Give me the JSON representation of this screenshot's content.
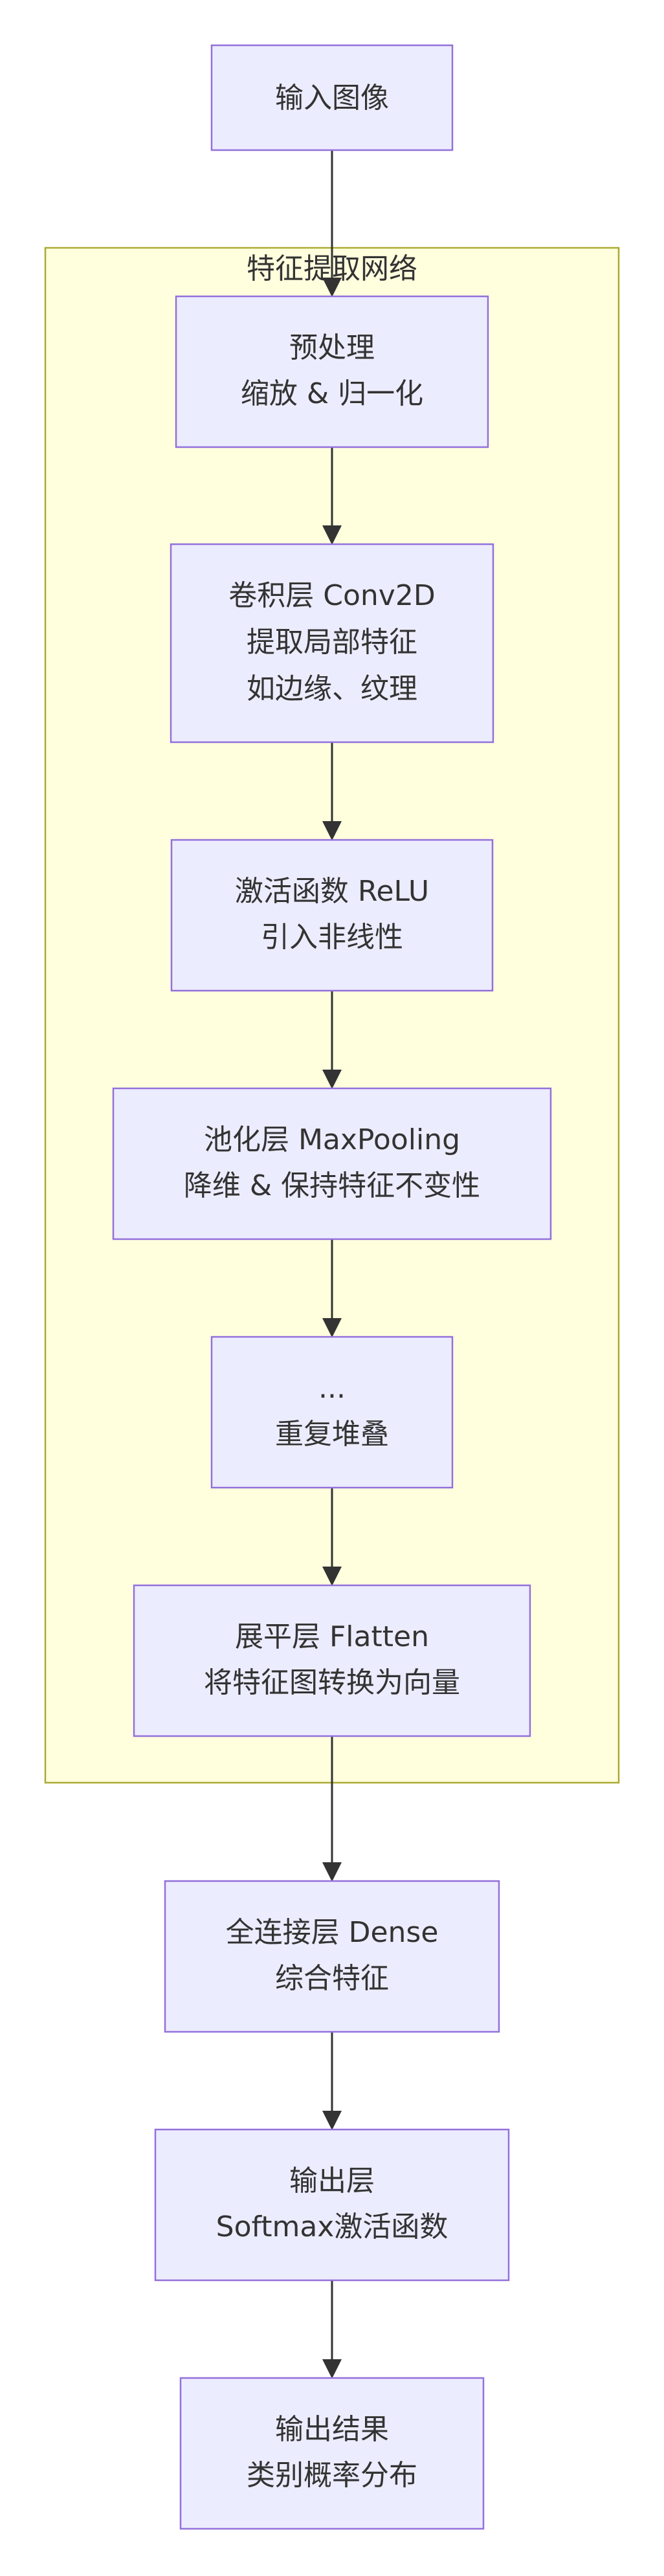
{
  "cluster": {
    "title": "特征提取网络",
    "fill": "#ffffde",
    "stroke": "#aaaa33"
  },
  "node_style": {
    "fill": "#ececff",
    "stroke": "#9370db",
    "text_color": "#333333"
  },
  "nodes": [
    {
      "id": "input",
      "lines": [
        "输入图像"
      ]
    },
    {
      "id": "preprocess",
      "lines": [
        "预处理",
        "缩放 & 归一化"
      ]
    },
    {
      "id": "conv",
      "lines": [
        "卷积层 Conv2D",
        "提取局部特征",
        "如边缘、纹理"
      ]
    },
    {
      "id": "relu",
      "lines": [
        "激活函数 ReLU",
        "引入非线性"
      ]
    },
    {
      "id": "pool",
      "lines": [
        "池化层 MaxPooling",
        "降维 & 保持特征不变性"
      ]
    },
    {
      "id": "repeat",
      "lines": [
        "...",
        "重复堆叠"
      ]
    },
    {
      "id": "flatten",
      "lines": [
        "展平层 Flatten",
        "将特征图转换为向量"
      ]
    },
    {
      "id": "dense",
      "lines": [
        "全连接层 Dense",
        "综合特征"
      ]
    },
    {
      "id": "output",
      "lines": [
        "输出层",
        "Softmax激活函数"
      ]
    },
    {
      "id": "result",
      "lines": [
        "输出结果",
        "类别概率分布"
      ]
    }
  ],
  "edges": [
    [
      "input",
      "preprocess"
    ],
    [
      "preprocess",
      "conv"
    ],
    [
      "conv",
      "relu"
    ],
    [
      "relu",
      "pool"
    ],
    [
      "pool",
      "repeat"
    ],
    [
      "repeat",
      "flatten"
    ],
    [
      "flatten",
      "dense"
    ],
    [
      "dense",
      "output"
    ],
    [
      "output",
      "result"
    ]
  ]
}
